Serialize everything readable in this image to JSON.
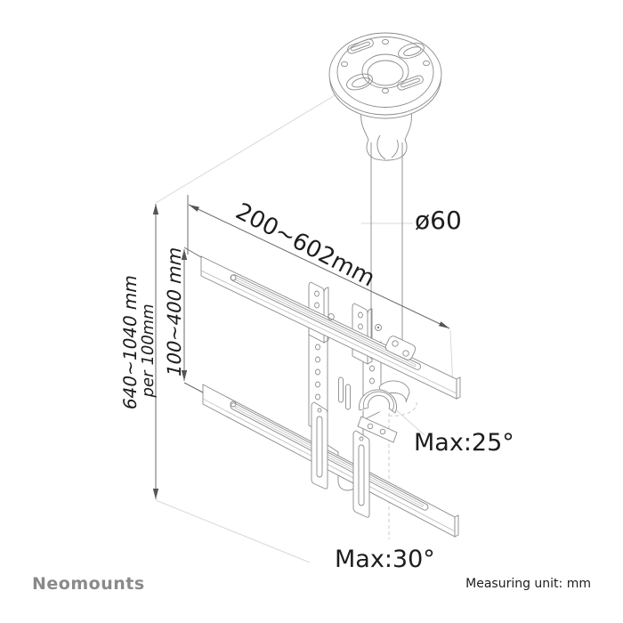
{
  "diagram": {
    "type": "product-dimension-drawing",
    "subject": "TV ceiling mount",
    "labels": {
      "rail_width_range": "200~602mm",
      "pole_diameter": "ø60",
      "drop_height_range": "640~1040 mm",
      "drop_height_step": "per 100mm",
      "vesa_height_range": "100~400 mm",
      "max_tilt": "Max:25°",
      "max_swivel": "Max:30°"
    },
    "colors": {
      "background": "#ffffff",
      "part_line": "#8b8b8b",
      "dimension_line": "#6b6b6b",
      "construction_line": "#d8d8d8",
      "label_text": "#1d1d1d",
      "brand_text": "#8a8a8a"
    }
  },
  "footer": {
    "brand": "Neomounts",
    "measuring_unit": "Measuring unit: mm"
  }
}
